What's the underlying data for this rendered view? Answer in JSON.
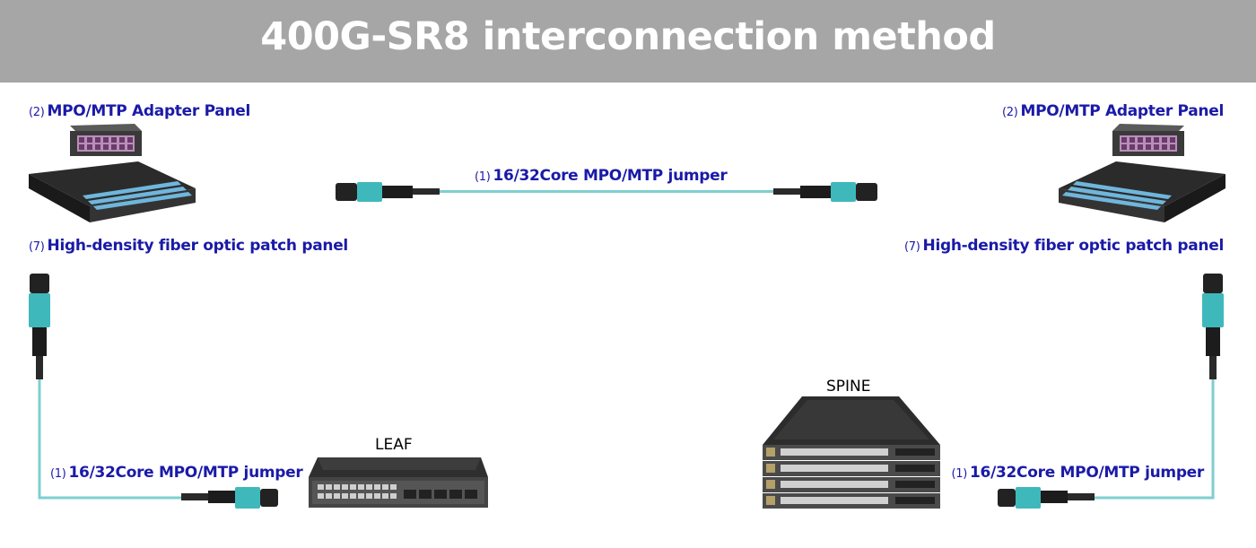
{
  "title": "400G-SR8 interconnection method",
  "labels": {
    "adapter_left": {
      "num": "(2)",
      "text": "MPO/MTP Adapter Panel"
    },
    "adapter_right": {
      "num": "(2)",
      "text": "MPO/MTP Adapter Panel"
    },
    "patch_left": {
      "num": "(7)",
      "text": "High-density fiber optic patch panel"
    },
    "patch_right": {
      "num": "(7)",
      "text": "High-density fiber optic patch panel"
    },
    "jumper_top": {
      "num": "(1)",
      "text": "16/32Core MPO/MTP jumper"
    },
    "jumper_left": {
      "num": "(1)",
      "text": "16/32Core MPO/MTP jumper"
    },
    "jumper_right": {
      "num": "(1)",
      "text": "16/32Core MPO/MTP jumper"
    }
  },
  "devices": {
    "leaf": "LEAF",
    "spine": "SPINE"
  },
  "colors": {
    "header": "#a6a6a6",
    "label": "#1a1aa8",
    "fiber": "#7ecfd0",
    "connector": "#3fb8bb"
  }
}
